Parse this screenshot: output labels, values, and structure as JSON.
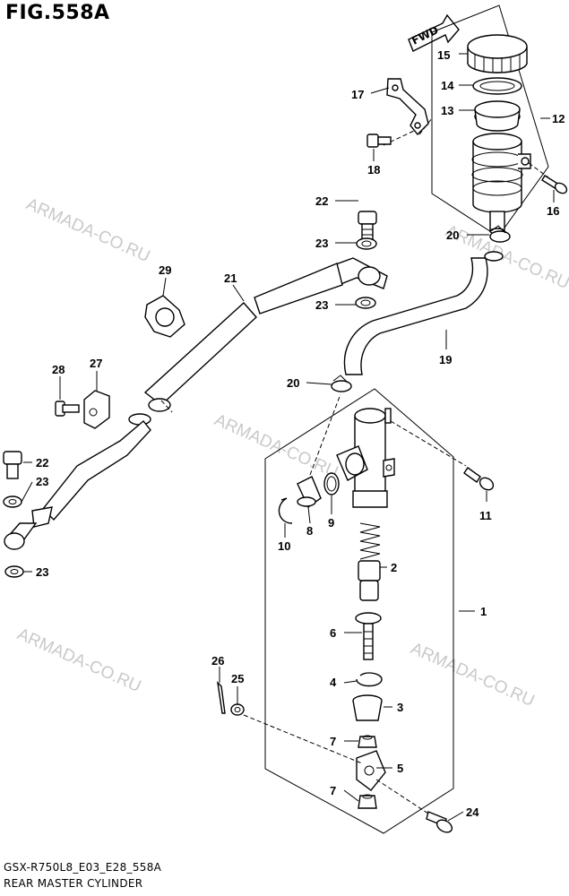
{
  "figure": {
    "title": "FIG.558A",
    "code": "GSX-R750L8_E03_E28_558A",
    "caption": "REAR MASTER CYLINDER",
    "fwd_label": "FWD",
    "watermark": "ARMADA-CO.RU"
  },
  "callouts": {
    "c1": "1",
    "c2": "2",
    "c3": "3",
    "c4": "4",
    "c5": "5",
    "c6": "6",
    "c7a": "7",
    "c7b": "7",
    "c8": "8",
    "c9": "9",
    "c10": "10",
    "c11": "11",
    "c12": "12",
    "c13": "13",
    "c14": "14",
    "c15": "15",
    "c16": "16",
    "c17": "17",
    "c18": "18",
    "c19": "19",
    "c20a": "20",
    "c20b": "20",
    "c21": "21",
    "c22a": "22",
    "c22b": "22",
    "c23a": "23",
    "c23b": "23",
    "c23c": "23",
    "c23d": "23",
    "c24": "24",
    "c25": "25",
    "c26": "26",
    "c27": "27",
    "c28": "28",
    "c29": "29"
  },
  "colors": {
    "line": "#000000",
    "watermark": "#c9c9c9",
    "background": "#ffffff"
  }
}
